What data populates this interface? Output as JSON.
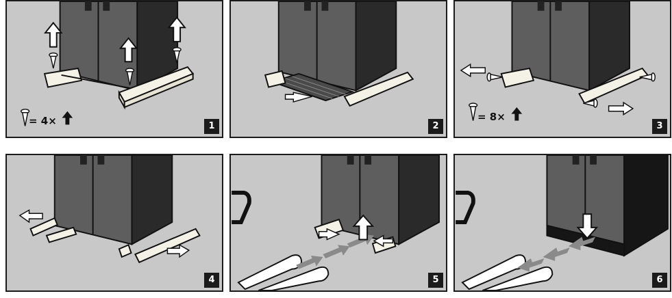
{
  "panels": [
    {
      "step": "1",
      "screw_label": "= 4×"
    },
    {
      "step": "2"
    },
    {
      "step": "3",
      "screw_label": "= 8×"
    },
    {
      "step": "4"
    },
    {
      "step": "5"
    },
    {
      "step": "6"
    }
  ],
  "colors": {
    "background": "#c8c8c8",
    "fridge_front": "#5e5e5e",
    "fridge_side": "#2a2a2a",
    "wood": "#f4f1e6",
    "arrow_grey": "#8a8a8a",
    "badge": "#1b1b1b"
  },
  "icons": [
    "screw-icon",
    "up-arrow-icon",
    "down-arrow-icon",
    "left-arrow-icon",
    "right-arrow-icon",
    "pallet-jack-icon"
  ]
}
